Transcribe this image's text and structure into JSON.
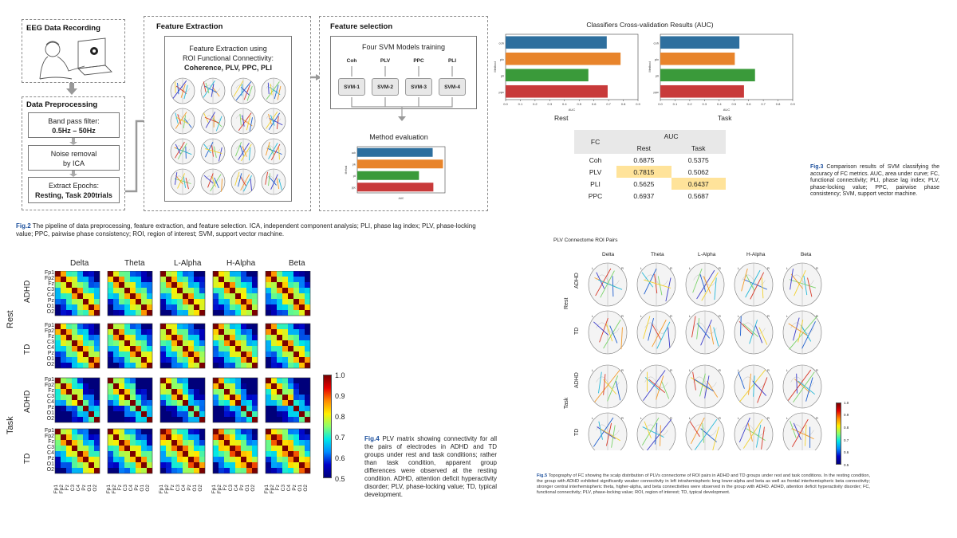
{
  "fig2": {
    "panel1_title": "EEG Data Recording",
    "panel2_title": "Data Preprocessing",
    "bandpass": "Band pass filter:",
    "bandpass_range": "0.5Hz – 50Hz",
    "noise_removal": "Noise removal",
    "noise_by": "by ICA",
    "extract": "Extract Epochs:",
    "extract_detail": "Resting, Task 200trials",
    "fe_title": "Feature Extraction",
    "fe_using": "Feature Extraction using",
    "fe_roi": "ROI Functional Connectivity:",
    "fe_metrics": "Coherence, PLV, PPC, PLI",
    "fs_title": "Feature selection",
    "svm_training": "Four SVM Models training",
    "metrics": [
      "Coh",
      "PLV",
      "PPC",
      "PLI"
    ],
    "svms": [
      "SVM-1",
      "SVM-2",
      "SVM-3",
      "SVM-4"
    ],
    "method_eval": "Method evaluation",
    "caption_label": "Fig.2",
    "caption": "The pipeline of data preprocessing, feature extraction, and feature selection. ICA, independent component analysis; PLI, phase lag index; PLV, phase-locking value; PPC, pairwise phase consistency; ROI, region of interest; SVM, support vector machine."
  },
  "fig3": {
    "title": "Classifiers Cross-validation Results (AUC)",
    "rest_label": "Rest",
    "task_label": "Task",
    "ylabel": "Method",
    "xlabel": "AUC",
    "table_header_fc": "FC",
    "table_header_auc": "AUC",
    "table_rest": "Rest",
    "table_task": "Task",
    "rows": [
      {
        "m": "Coh",
        "rest": "0.6875",
        "task": "0.5375"
      },
      {
        "m": "PLV",
        "rest": "0.7815",
        "task": "0.5062"
      },
      {
        "m": "PLI",
        "rest": "0.5625",
        "task": "0.6437"
      },
      {
        "m": "PPC",
        "rest": "0.6937",
        "task": "0.5687"
      }
    ],
    "caption_label": "Fig.3",
    "caption": "Comparison results of SVM classifying the accuracy of FC metrics. AUC, area under curve; FC, functional connectivity; PLI, phase lag index; PLV, phase-locking value; PPC, pairwise phase consistency; SVM, support vector machine."
  },
  "fig4": {
    "bands": [
      "Delta",
      "Theta",
      "L-Alpha",
      "H-Alpha",
      "Beta"
    ],
    "conditions": [
      "Rest",
      "Task"
    ],
    "groups": [
      "ADHD",
      "TD",
      "ADHD",
      "TD"
    ],
    "electrodes": [
      "Fp1",
      "Fp2",
      "Fz",
      "C3",
      "C4",
      "Pz",
      "O1",
      "O2"
    ],
    "colorbar_ticks": [
      "1.0",
      "0.9",
      "0.8",
      "0.7",
      "0.6",
      "0.5"
    ],
    "caption_label": "Fig.4",
    "caption": "PLV matrix showing connectivity for all the pairs of electrodes in ADHD and TD groups under rest and task conditions; rather than task condition, apparent group differences were observed at the resting condition. ADHD, attention deficit hyperactivity disorder; PLV, phase-locking value; TD, typical development."
  },
  "fig5": {
    "title": "PLV Connectome ROI Pairs",
    "bands": [
      "Delta",
      "Theta",
      "L-Alpha",
      "H-Alpha",
      "Beta"
    ],
    "conditions": [
      "Rest",
      "Task"
    ],
    "groups": [
      "ADHD",
      "TD",
      "ADHD",
      "TD"
    ],
    "colorbar_ticks": [
      "1.0",
      "0.9",
      "0.8",
      "0.7",
      "0.6",
      "0.5"
    ],
    "caption_label": "Fig.5",
    "caption": "Topography of FC showing the scalp distribution of PLVs connectome of ROI pairs in ADHD and TD groups under rest and task conditions. In the resting condition, the group with ADHD exhibited significantly weaker connectivity in left intrahemispheric long lower-alpha and beta as well as frontal interhemispheric beta connectivity; stronger central interhemispheric theta, higher-alpha, and beta connectivities were observed in the group with ADHD. ADHD, attention deficit hyperactivity disorder; FC, functional connectivity; PLV, phase-locking value; ROI, region of interest; TD, typical development."
  },
  "chart_data": [
    {
      "type": "bar",
      "title": "Method evaluation",
      "categories": [
        "coh",
        "plv",
        "pli",
        "ppc"
      ],
      "values": [
        0.6875,
        0.7815,
        0.5625,
        0.6937
      ],
      "xlim": [
        0,
        0.8
      ],
      "xlabel": "AUC",
      "ylabel": "Method",
      "colors": [
        "#2e6f9e",
        "#e8842b",
        "#3a9a3a",
        "#c83a3a"
      ]
    },
    {
      "type": "bar",
      "title": "Rest",
      "categories": [
        "coh",
        "plv",
        "pli",
        "ppc"
      ],
      "values": [
        0.6875,
        0.7815,
        0.5625,
        0.6937
      ],
      "xlim": [
        0,
        0.9
      ],
      "xticks": [
        "0.0",
        "0.1",
        "0.2",
        "0.3",
        "0.4",
        "0.5",
        "0.6",
        "0.7",
        "0.8",
        "0.9"
      ],
      "xlabel": "AUC",
      "ylabel": "Method",
      "colors": [
        "#2e6f9e",
        "#e8842b",
        "#3a9a3a",
        "#c83a3a"
      ]
    },
    {
      "type": "bar",
      "title": "Task",
      "categories": [
        "coh",
        "plv",
        "pli",
        "ppc"
      ],
      "values": [
        0.5375,
        0.5062,
        0.6437,
        0.5687
      ],
      "xlim": [
        0,
        0.9
      ],
      "xticks": [
        "0.0",
        "0.1",
        "0.2",
        "0.3",
        "0.4",
        "0.5",
        "0.6",
        "0.7",
        "0.8",
        "0.9"
      ],
      "xlabel": "AUC",
      "ylabel": "Method",
      "colors": [
        "#2e6f9e",
        "#e8842b",
        "#3a9a3a",
        "#c83a3a"
      ]
    }
  ]
}
